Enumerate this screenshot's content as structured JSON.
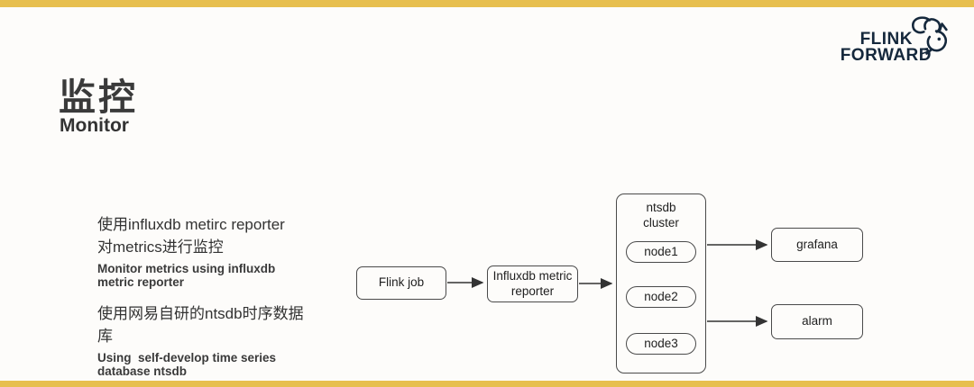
{
  "slide": {
    "header": {
      "title_zh": "监控",
      "title_en": "Monitor"
    },
    "logo": {
      "line1": "FLINK",
      "line2": "FORWARD"
    },
    "notes": [
      {
        "zh": "使用influxdb metirc reporter\n对metrics进行监控",
        "en": "Monitor metrics using influxdb\nmetric reporter"
      },
      {
        "zh": "使用网易自研的ntsdb时序数据\n库",
        "en": "Using  self-develop time series\ndatabase ntsdb"
      }
    ]
  },
  "diagram": {
    "flink_job": "Flink job",
    "influxdb_reporter": "Influxdb metric\nreporter",
    "cluster_title": "ntsdb\ncluster",
    "node1": "node1",
    "node2": "node2",
    "node3": "node3",
    "grafana": "grafana",
    "alarm": "alarm"
  },
  "colors": {
    "accent_gold": "#E7BF4F",
    "logo_navy": "#15283C",
    "text_dark": "#3A3A3A",
    "box_border": "#4A4A4A"
  }
}
